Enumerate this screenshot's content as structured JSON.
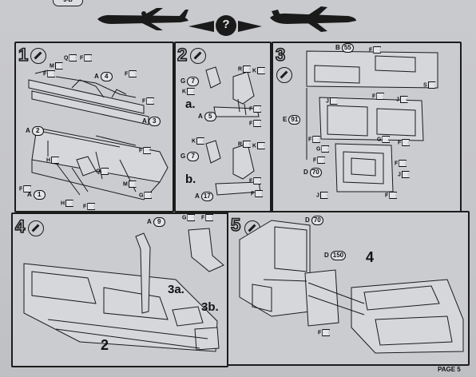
{
  "header": {
    "badge": "J-B",
    "question_mark": "?"
  },
  "steps": [
    {
      "number": "1",
      "callouts": [
        {
          "letter": "A",
          "num": "4"
        },
        {
          "letter": "A",
          "num": "2"
        },
        {
          "letter": "A",
          "num": "3"
        },
        {
          "letter": "A",
          "num": "1"
        }
      ],
      "flags": [
        "Q",
        "F",
        "M",
        "F",
        "F",
        "F",
        "F",
        "H",
        "Q",
        "M",
        "F",
        "H",
        "G",
        "F"
      ]
    },
    {
      "number": "2",
      "callouts": [
        {
          "letter": "G",
          "num": "7"
        },
        {
          "letter": "A",
          "num": "5"
        },
        {
          "letter": "G",
          "num": "7"
        },
        {
          "letter": "A",
          "num": "17"
        }
      ],
      "flags": [
        "R",
        "K",
        "K",
        "F",
        "F",
        "K",
        "R",
        "K",
        "F",
        "F"
      ],
      "sub_labels": [
        "a.",
        "b."
      ]
    },
    {
      "number": "3",
      "callouts": [
        {
          "letter": "B",
          "num": "55"
        },
        {
          "letter": "E",
          "num": "91"
        },
        {
          "letter": "D",
          "num": "70"
        }
      ],
      "flags": [
        "F",
        "S",
        "J",
        "F",
        "J",
        "F",
        "F",
        "G",
        "F",
        "G",
        "F",
        "J",
        "J",
        "F"
      ]
    },
    {
      "number": "4",
      "callouts": [
        {
          "letter": "A",
          "num": "9"
        }
      ],
      "flags": [
        "G",
        "F"
      ],
      "sub_labels": [
        "3a.",
        "3b.",
        "2"
      ]
    },
    {
      "number": "5",
      "callouts": [
        {
          "letter": "D",
          "num": "70"
        },
        {
          "letter": "D",
          "num": "150"
        }
      ],
      "flags": [
        "F"
      ],
      "sub_labels": [
        "4"
      ]
    }
  ],
  "footer": {
    "page": "PAGE 5"
  },
  "colors": {
    "paper": "#c9cace",
    "ink": "#1a1a1a",
    "background": "#8e8f93"
  }
}
